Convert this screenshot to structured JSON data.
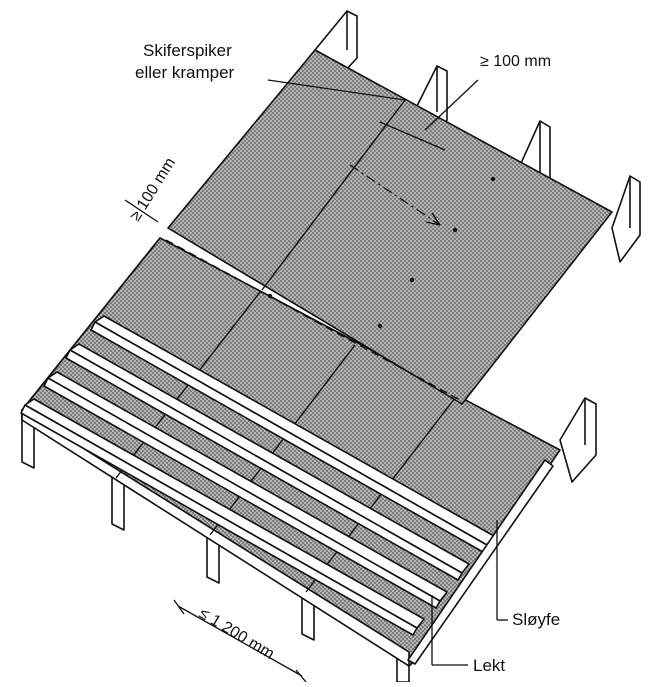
{
  "labels": {
    "nail_line1": "Skiferspiker",
    "nail_line2": "eller kramper",
    "overlap_top": "≥ 100 mm",
    "overlap_left": "≥ 100 mm",
    "spacing": "≤ 1 200 mm",
    "sloyfe": "Sløyfe",
    "lekt": "Lekt"
  },
  "colors": {
    "line": "#111111",
    "board_fill": "#9a9a9a",
    "wood_fill": "#ffffff"
  }
}
